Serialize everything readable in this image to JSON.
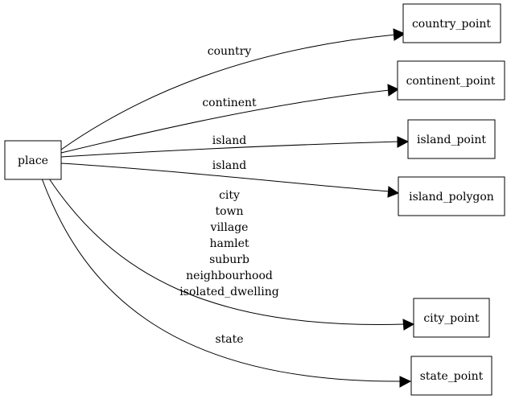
{
  "graph": {
    "source": {
      "label": "place"
    },
    "targets": {
      "country_point": {
        "label": "country_point"
      },
      "continent_point": {
        "label": "continent_point"
      },
      "island_point": {
        "label": "island_point"
      },
      "island_polygon": {
        "label": "island_polygon"
      },
      "city_point": {
        "label": "city_point"
      },
      "state_point": {
        "label": "state_point"
      }
    },
    "edges": {
      "country": {
        "from": "place",
        "to": "country_point",
        "labels": [
          "country"
        ]
      },
      "continent": {
        "from": "place",
        "to": "continent_point",
        "labels": [
          "continent"
        ]
      },
      "island_point": {
        "from": "place",
        "to": "island_point",
        "labels": [
          "island"
        ]
      },
      "island_polygon": {
        "from": "place",
        "to": "island_polygon",
        "labels": [
          "island"
        ]
      },
      "city": {
        "from": "place",
        "to": "city_point",
        "labels": [
          "city",
          "town",
          "village",
          "hamlet",
          "suburb",
          "neighbourhood",
          "isolated_dwelling"
        ]
      },
      "state": {
        "from": "place",
        "to": "state_point",
        "labels": [
          "state"
        ]
      }
    }
  }
}
